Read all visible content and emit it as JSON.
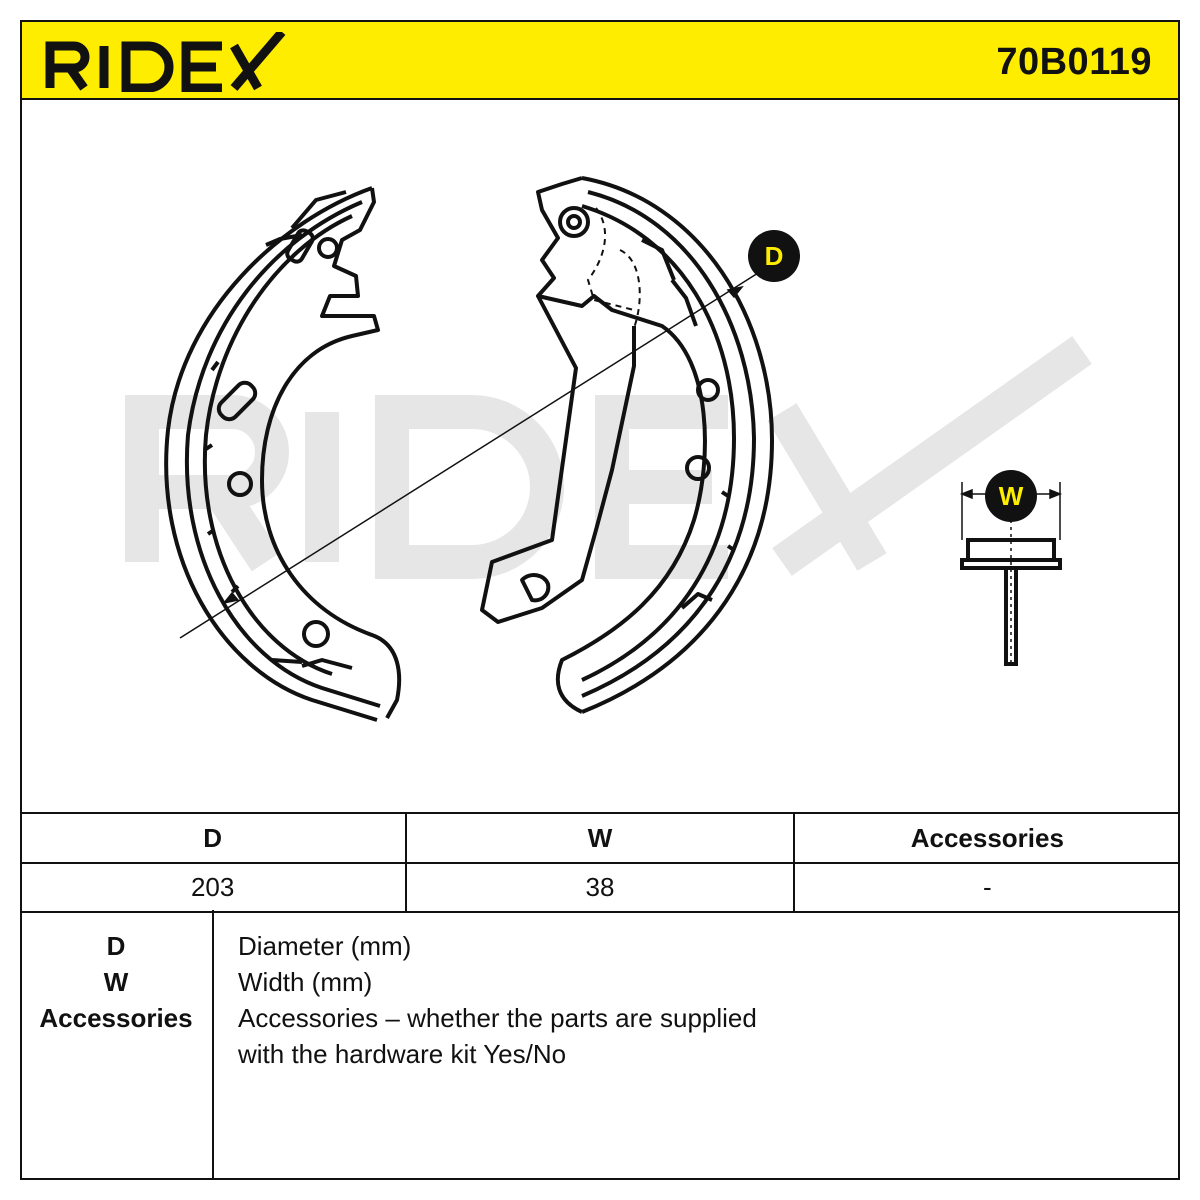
{
  "brand": "RIDEX",
  "part_number": "70B0119",
  "colors": {
    "accent": "#ffed00",
    "line": "#111111",
    "watermark": "#e6e6e6"
  },
  "drawing": {
    "d_marker": "D",
    "w_marker": "W",
    "watermark": "RIDEX"
  },
  "table": {
    "headers": [
      "D",
      "W",
      "Accessories"
    ],
    "values": [
      "203",
      "38",
      "-"
    ]
  },
  "legend": {
    "keys": [
      "D",
      "W",
      "Accessories"
    ],
    "descriptions": [
      "Diameter (mm)",
      "Width (mm)",
      "Accessories – whether the parts are supplied",
      "with the hardware kit Yes/No"
    ]
  }
}
